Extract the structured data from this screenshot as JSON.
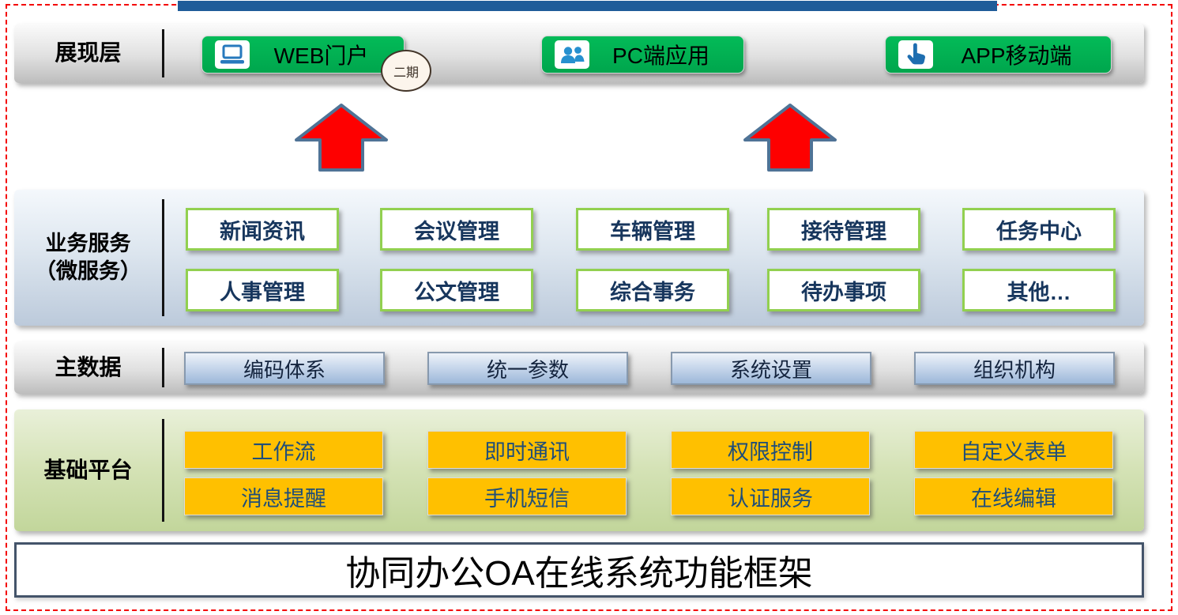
{
  "presentation": {
    "label": "展现层",
    "phase_badge": "二期",
    "items": [
      {
        "label": "WEB门户",
        "icon": "laptop-icon"
      },
      {
        "label": "PC端应用",
        "icon": "users-icon"
      },
      {
        "label": "APP移动端",
        "icon": "touch-hand-icon"
      }
    ]
  },
  "business": {
    "label_line1": "业务服务",
    "label_line2": "（微服务）",
    "row1": [
      "新闻资讯",
      "会议管理",
      "车辆管理",
      "接待管理",
      "任务中心"
    ],
    "row2": [
      "人事管理",
      "公文管理",
      "综合事务",
      "待办事项",
      "其他…"
    ]
  },
  "master_data": {
    "label": "主数据",
    "items": [
      "编码体系",
      "统一参数",
      "系统设置",
      "组织机构"
    ]
  },
  "platform": {
    "label": "基础平台",
    "row1": [
      "工作流",
      "即时通讯",
      "权限控制",
      "自定义表单"
    ],
    "row2": [
      "消息提醒",
      "手机短信",
      "认证服务",
      "在线编辑"
    ]
  },
  "footer": {
    "title": "协同办公OA在线系统功能框架"
  },
  "colors": {
    "accent_bar_blue": "#1f5c99",
    "frame_dash_red": "#f40000",
    "button_green": "#00b050",
    "arrow_red": "#ff0000",
    "arrow_outline_blue": "#4f7396",
    "business_box_border_green": "#92d050",
    "master_box_blue": "#9db8d9",
    "platform_box_orange": "#ffc000",
    "box_text_navy": "#17365d"
  }
}
